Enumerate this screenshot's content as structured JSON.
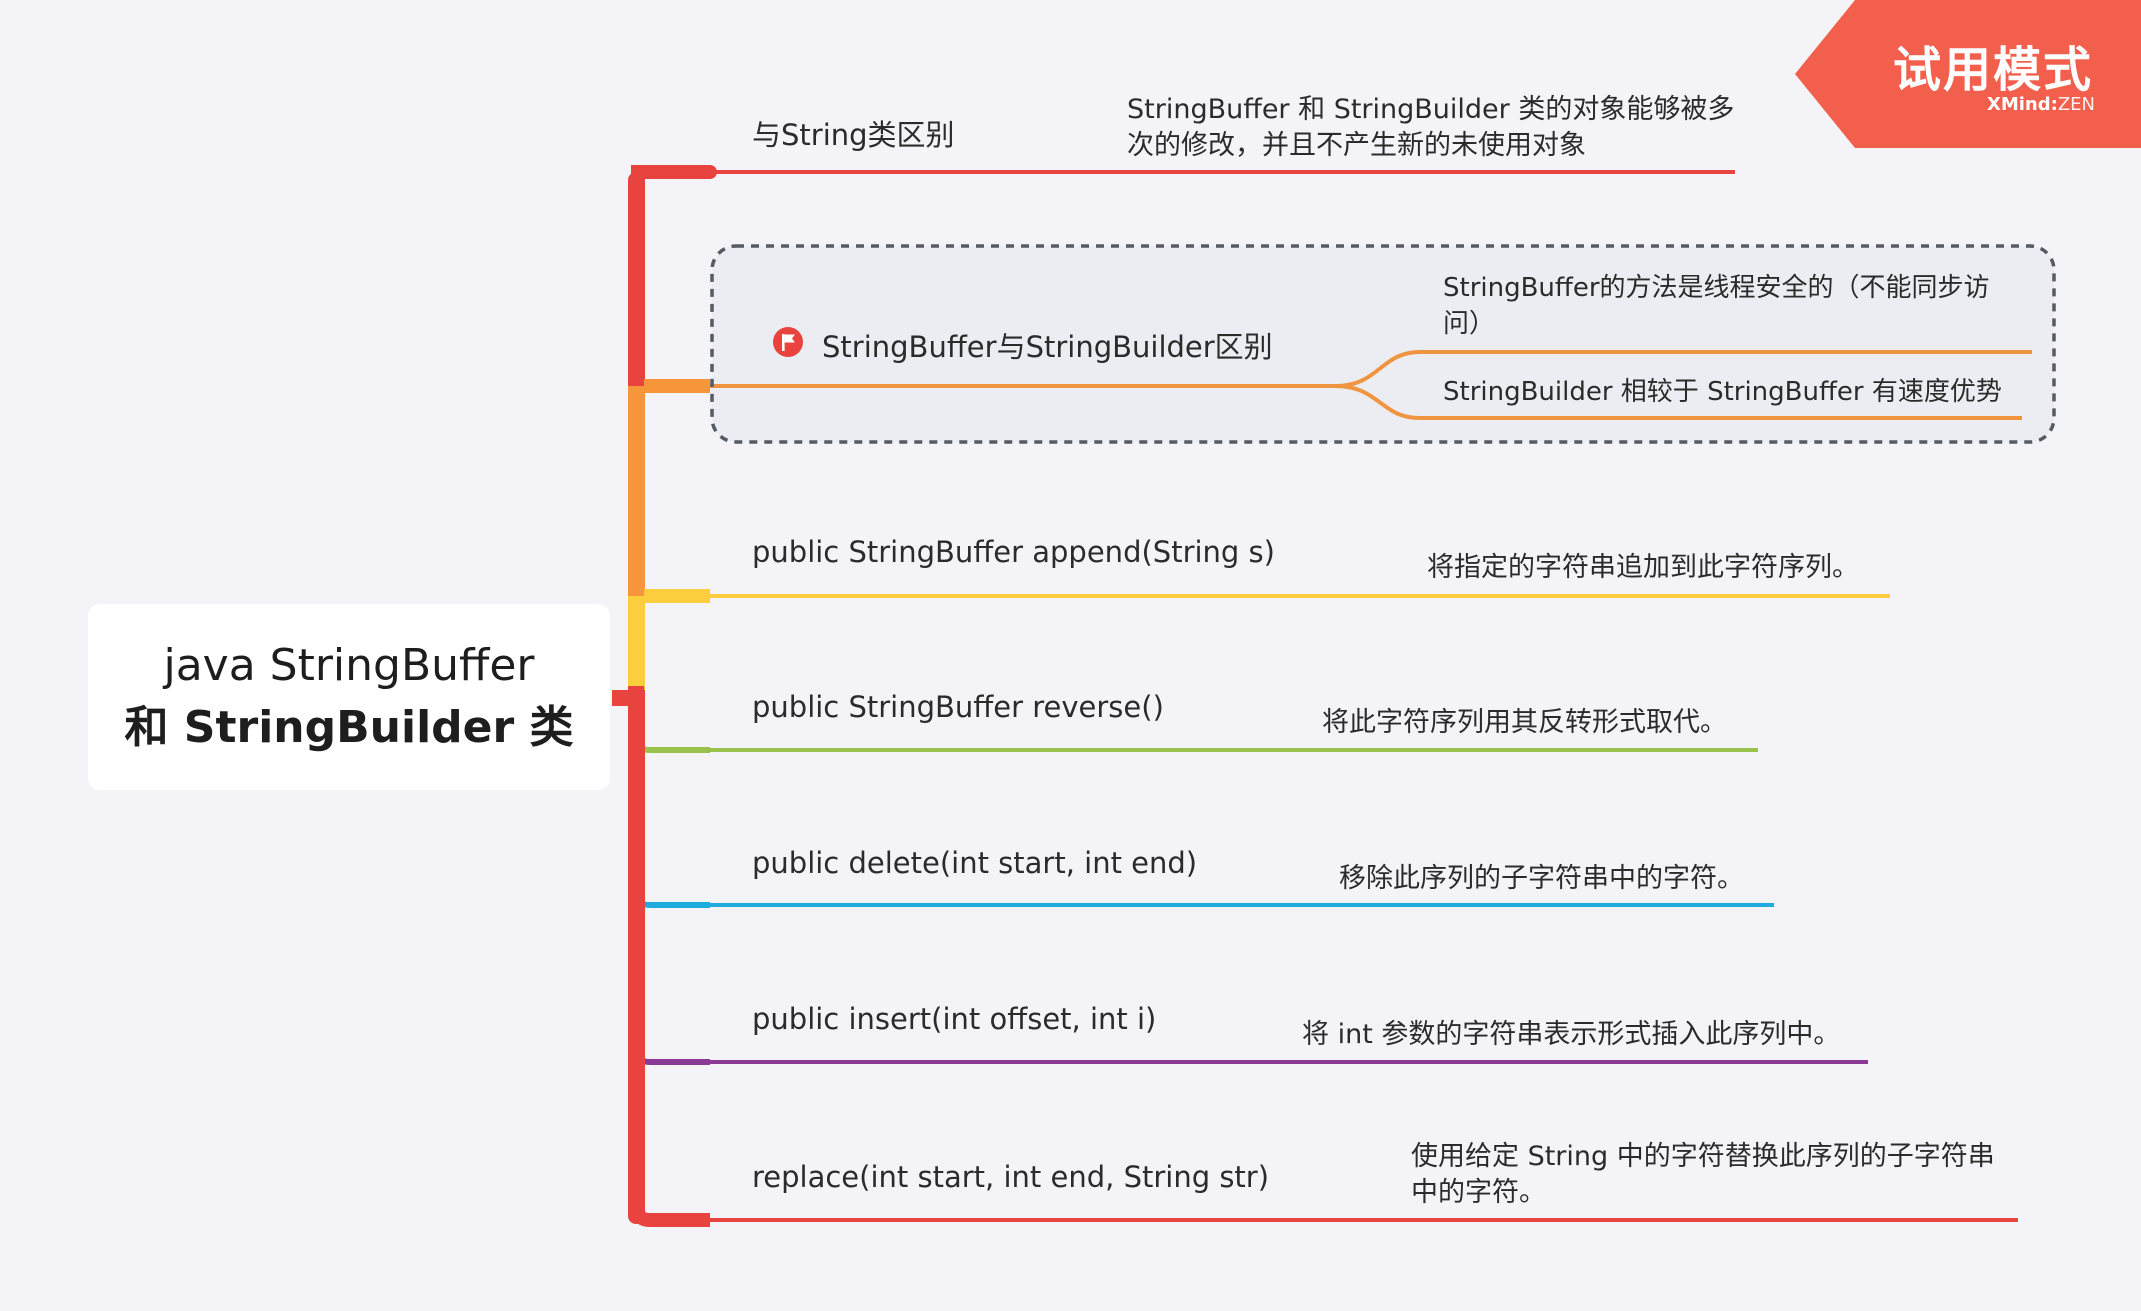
{
  "root": {
    "line1": "java StringBuffer",
    "line2": "和 StringBuilder 类"
  },
  "branches": [
    {
      "label": "与String类区别",
      "desc": "StringBuffer 和 StringBuilder 类的对象能够被多次的修改，并且不产生新的未使用对象",
      "desc_lines": [
        "StringBuffer 和 StringBuilder 类的对象能够被多",
        "次的修改，并且不产生新的未使用对象"
      ],
      "color": "#e8433e"
    },
    {
      "label": "StringBuffer与StringBuilder区别",
      "icon": "flag-icon",
      "color": "#f7953a",
      "subs": [
        {
          "lines": [
            "StringBuffer的方法是线程安全的（不能同步访",
            "问）"
          ]
        },
        {
          "lines": [
            "StringBuilder 相较于 StringBuffer 有速度优势"
          ]
        }
      ]
    },
    {
      "label": "public StringBuffer append(String s)",
      "desc": "将指定的字符串追加到此字符序列。",
      "color": "#fccd3d"
    },
    {
      "label": "public StringBuffer reverse()",
      "desc": "将此字符序列用其反转形式取代。",
      "color": "#99c24d"
    },
    {
      "label": "public delete(int start, int end)",
      "desc": "移除此序列的子字符串中的字符。",
      "color": "#1fabdb"
    },
    {
      "label": "public insert(int offset, int i)",
      "desc": "将 int 参数的字符串表示形式插入此序列中。",
      "color": "#8a3a94"
    },
    {
      "label": "replace(int start, int end, String str)",
      "desc_lines": [
        "使用给定 String 中的字符替换此序列的子字符串",
        "中的字符。"
      ],
      "color": "#e8433e"
    }
  ],
  "trial_badge": {
    "title": "试用模式",
    "brand": "XMind",
    "brand_suffix": "ZEN",
    "color": "#f2604d"
  },
  "summary_border_color": "#555a63"
}
